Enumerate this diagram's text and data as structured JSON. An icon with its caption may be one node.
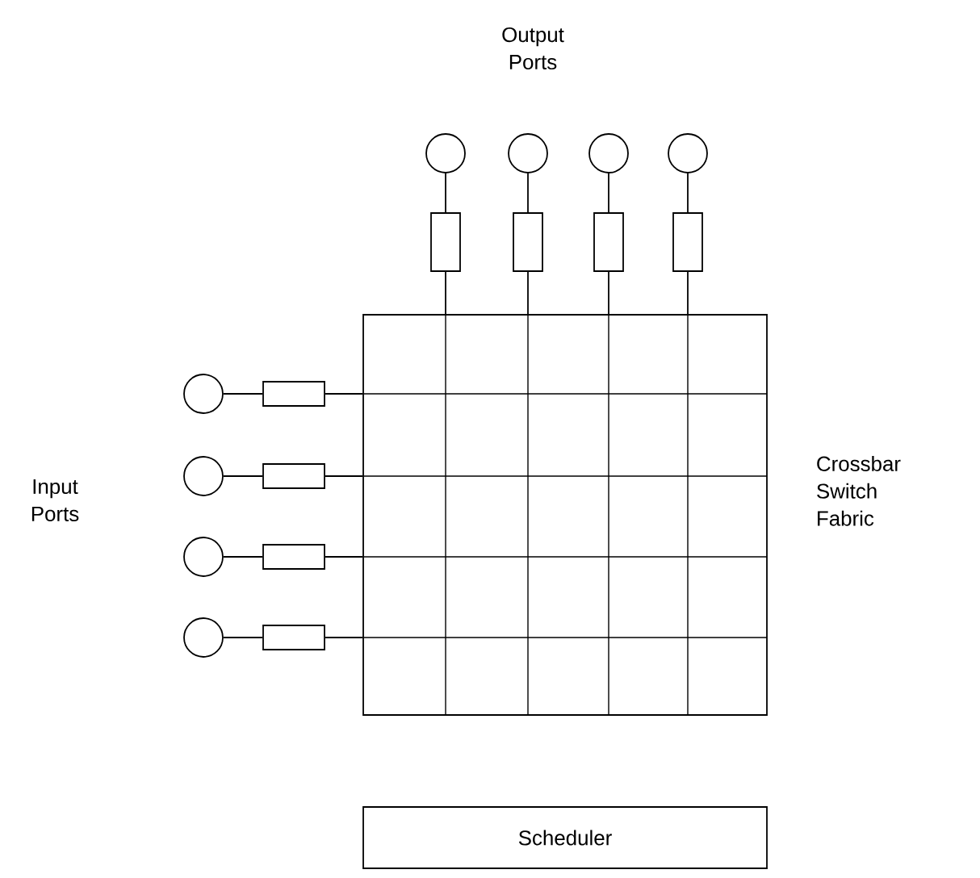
{
  "diagram": {
    "nodes": [
      {
        "text": [],
        "shape": "box",
        "beside": [
          "Crossbar Switch Fabric"
        ]
      },
      {
        "text": [],
        "shape": "circle"
      },
      {
        "text": [],
        "shape": "circle"
      },
      {
        "text": [],
        "shape": "circle"
      },
      {
        "text": [],
        "shape": "circle"
      },
      {
        "text": [],
        "shape": "box"
      },
      {
        "text": [],
        "shape": "box"
      },
      {
        "text": [],
        "shape": "box"
      },
      {
        "text": [],
        "shape": "box"
      },
      {
        "text": [],
        "shape": "circle"
      },
      {
        "text": [],
        "shape": "circle"
      },
      {
        "text": [],
        "shape": "circle"
      },
      {
        "text": [],
        "shape": "circle"
      },
      {
        "text": [],
        "shape": "box"
      },
      {
        "text": [],
        "shape": "box"
      },
      {
        "text": [],
        "shape": "box"
      },
      {
        "text": [],
        "shape": "box"
      },
      {
        "text": [
          "Scheduler"
        ]
      }
    ],
    "edges": [
      {
        "from": 1,
        "to": 5,
        "arrow": "none"
      },
      {
        "from": 2,
        "to": 6,
        "arrow": "none"
      },
      {
        "from": 3,
        "to": 7,
        "arrow": "none"
      },
      {
        "from": 4,
        "to": 8,
        "arrow": "none"
      },
      {
        "from": 5,
        "to": 0,
        "arrow": "none"
      },
      {
        "from": 6,
        "to": 0,
        "arrow": "none"
      },
      {
        "from": 7,
        "to": 0,
        "arrow": "none"
      },
      {
        "from": 8,
        "to": 0,
        "arrow": "none"
      },
      {
        "from": 9,
        "to": 13,
        "arrow": "none"
      },
      {
        "from": 10,
        "to": 14,
        "arrow": "none"
      },
      {
        "from": 11,
        "to": 15,
        "arrow": "none"
      },
      {
        "from": 12,
        "to": 16,
        "arrow": "none"
      },
      {
        "from": 13,
        "to": 0,
        "arrow": "none"
      },
      {
        "from": 14,
        "to": 0,
        "arrow": "none"
      },
      {
        "from": 15,
        "to": 0,
        "arrow": "none"
      },
      {
        "from": 16,
        "to": 0,
        "arrow": "none"
      }
    ],
    "labels": [
      "Output Ports",
      "Input Ports"
    ]
  }
}
